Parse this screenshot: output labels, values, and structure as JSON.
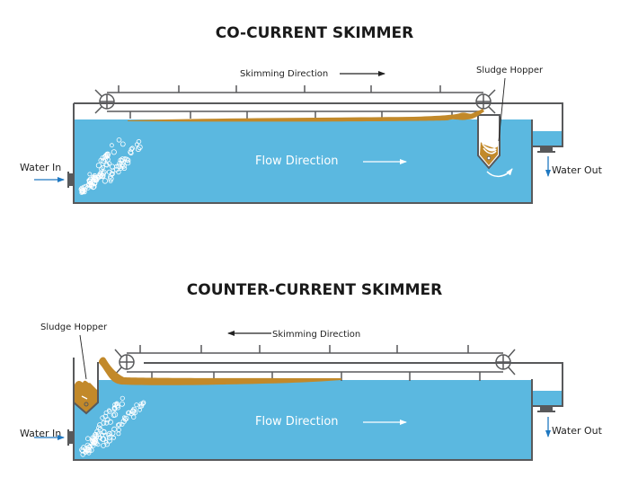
{
  "colors": {
    "water": "#5bb8e0",
    "frame": "#58595b",
    "sludge": "#c2892a",
    "arrow_blue": "#1f78c1",
    "bubble": "#ffffff",
    "text": "#222222"
  },
  "diagrams": [
    {
      "id": "co-current",
      "title": "CO-CURRENT SKIMMER",
      "skimming_label": "Skimming Direction",
      "skimming_arrow": "right",
      "hopper_label": "Sludge Hopper",
      "hopper_position": "downstream",
      "flow_label": "Flow Direction",
      "flow_arrow": "right",
      "inlet_label": "Water In",
      "outlet_label": "Water Out"
    },
    {
      "id": "counter-current",
      "title": "COUNTER-CURRENT SKIMMER",
      "skimming_label": "Skimming Direction",
      "skimming_arrow": "left",
      "hopper_label": "Sludge Hopper",
      "hopper_position": "upstream",
      "flow_label": "Flow Direction",
      "flow_arrow": "right",
      "inlet_label": "Water In",
      "outlet_label": "Water Out"
    }
  ]
}
